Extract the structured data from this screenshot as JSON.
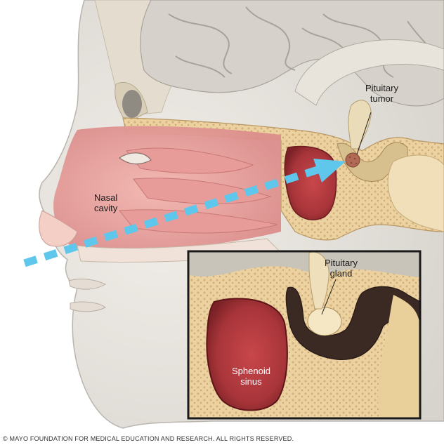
{
  "labels": {
    "pituitary_tumor": [
      "Pituitary",
      "tumor"
    ],
    "nasal_cavity": [
      "Nasal",
      "cavity"
    ],
    "pituitary_gland": [
      "Pituitary",
      "gland"
    ],
    "sphenoid_sinus": [
      "Sphenoid",
      "sinus"
    ]
  },
  "copyright": "© MAYO FOUNDATION FOR MEDICAL EDUCATION AND RESEARCH. ALL RIGHTS RESERVED.",
  "colors": {
    "skin": "#e9e6e1",
    "brain": "#d9d6cf",
    "nasal": "#e9a0a0",
    "bone": "#efd7a7",
    "sinus": "#b83a3c",
    "arrow": "#5fc7ec",
    "tumor": "#b06a56"
  }
}
